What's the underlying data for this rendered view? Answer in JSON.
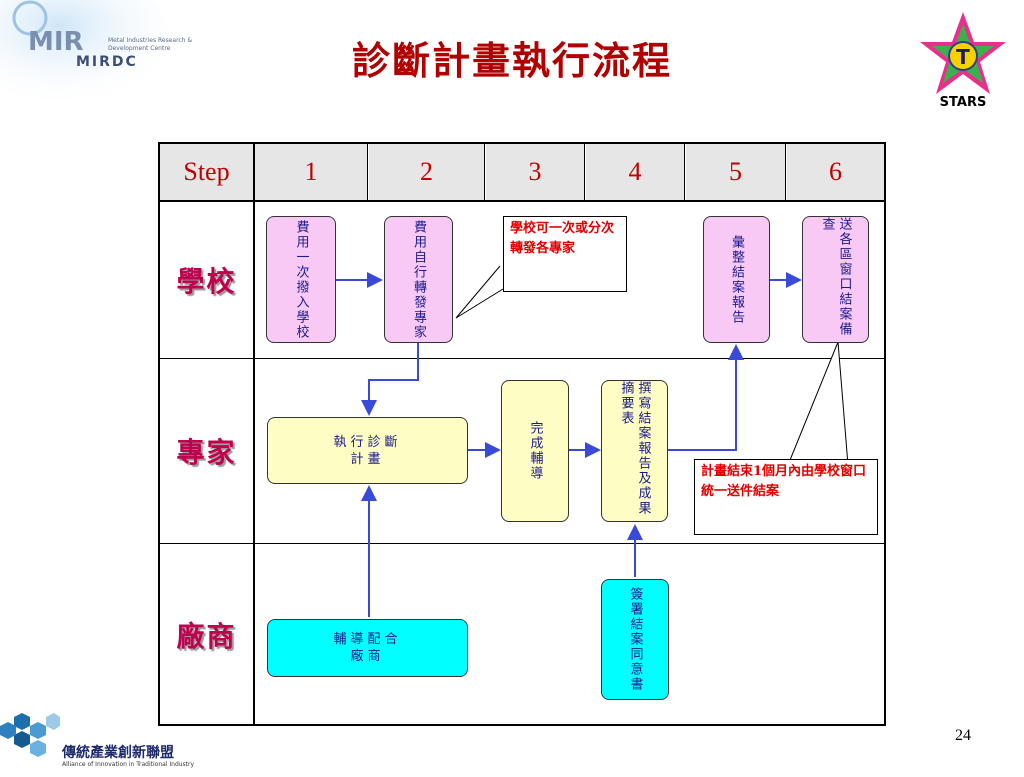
{
  "title": "診斷計畫執行流程",
  "logo_left": {
    "main": "MIRDC",
    "line1": "Metal Industries Research &",
    "line2": "Development Centre"
  },
  "logo_right": {
    "letter": "T",
    "label": "STARS"
  },
  "bottom_logo": {
    "name": "傳統產業創新聯盟",
    "sub": "Alliance of Innovation in Traditional Industry"
  },
  "page_number": "24",
  "table": {
    "step_header": "Step",
    "steps": [
      "1",
      "2",
      "3",
      "4",
      "5",
      "6"
    ],
    "rows": [
      "學校",
      "專家",
      "廠商"
    ]
  },
  "boxes": {
    "school_step1": "費用一次撥入學校",
    "school_step2": "費用自行轉發專家",
    "school_step5": "彙整結案報告",
    "school_step6": "送各區窗口結案備查",
    "expert_exec": "執行診斷計畫",
    "expert_complete": "完成輔導",
    "expert_report": "撰寫結案報告及成果摘要表",
    "vendor_coop": "輔導配合廠商",
    "vendor_sign": "簽署結案同意書"
  },
  "callouts": {
    "transfer": "學校可一次或分次轉發各專家",
    "closing": "計畫結束1個月內由學校窗口統一送件結案"
  },
  "colors": {
    "title": "#b00000",
    "row_label": "#c0004e",
    "box_text": "#1a1a8c",
    "callout_text": "#e00000",
    "arrow": "#3a4ad8"
  }
}
